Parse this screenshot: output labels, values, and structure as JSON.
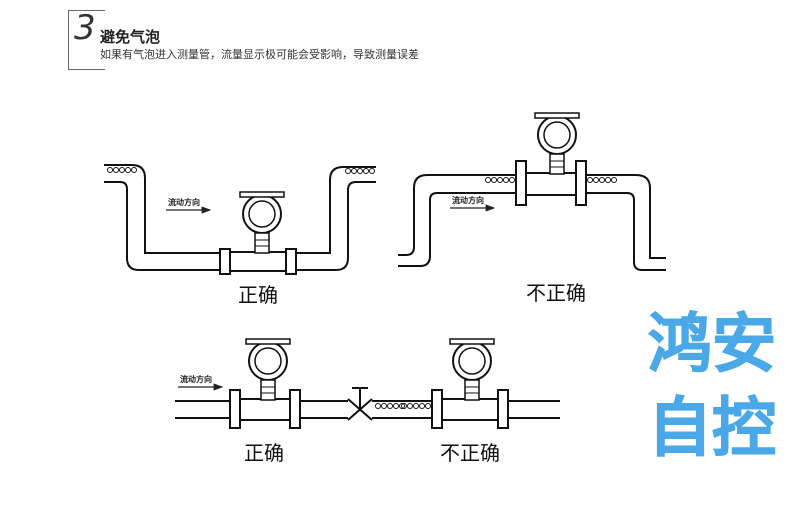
{
  "header": {
    "step_number": "3",
    "title": "避免气泡",
    "subtitle": "如果有气泡进入测量管，流量显示极可能会受影响，导致测量误差"
  },
  "diagrams": {
    "flow_direction": "流动方向",
    "u_pipe_label": "正确",
    "inverted_u_label": "不正确",
    "straight_correct_label": "正确",
    "straight_incorrect_label": "不正确"
  },
  "watermark": {
    "line1": "鸿安",
    "line2": "自控",
    "color": "#4aa8e8"
  }
}
